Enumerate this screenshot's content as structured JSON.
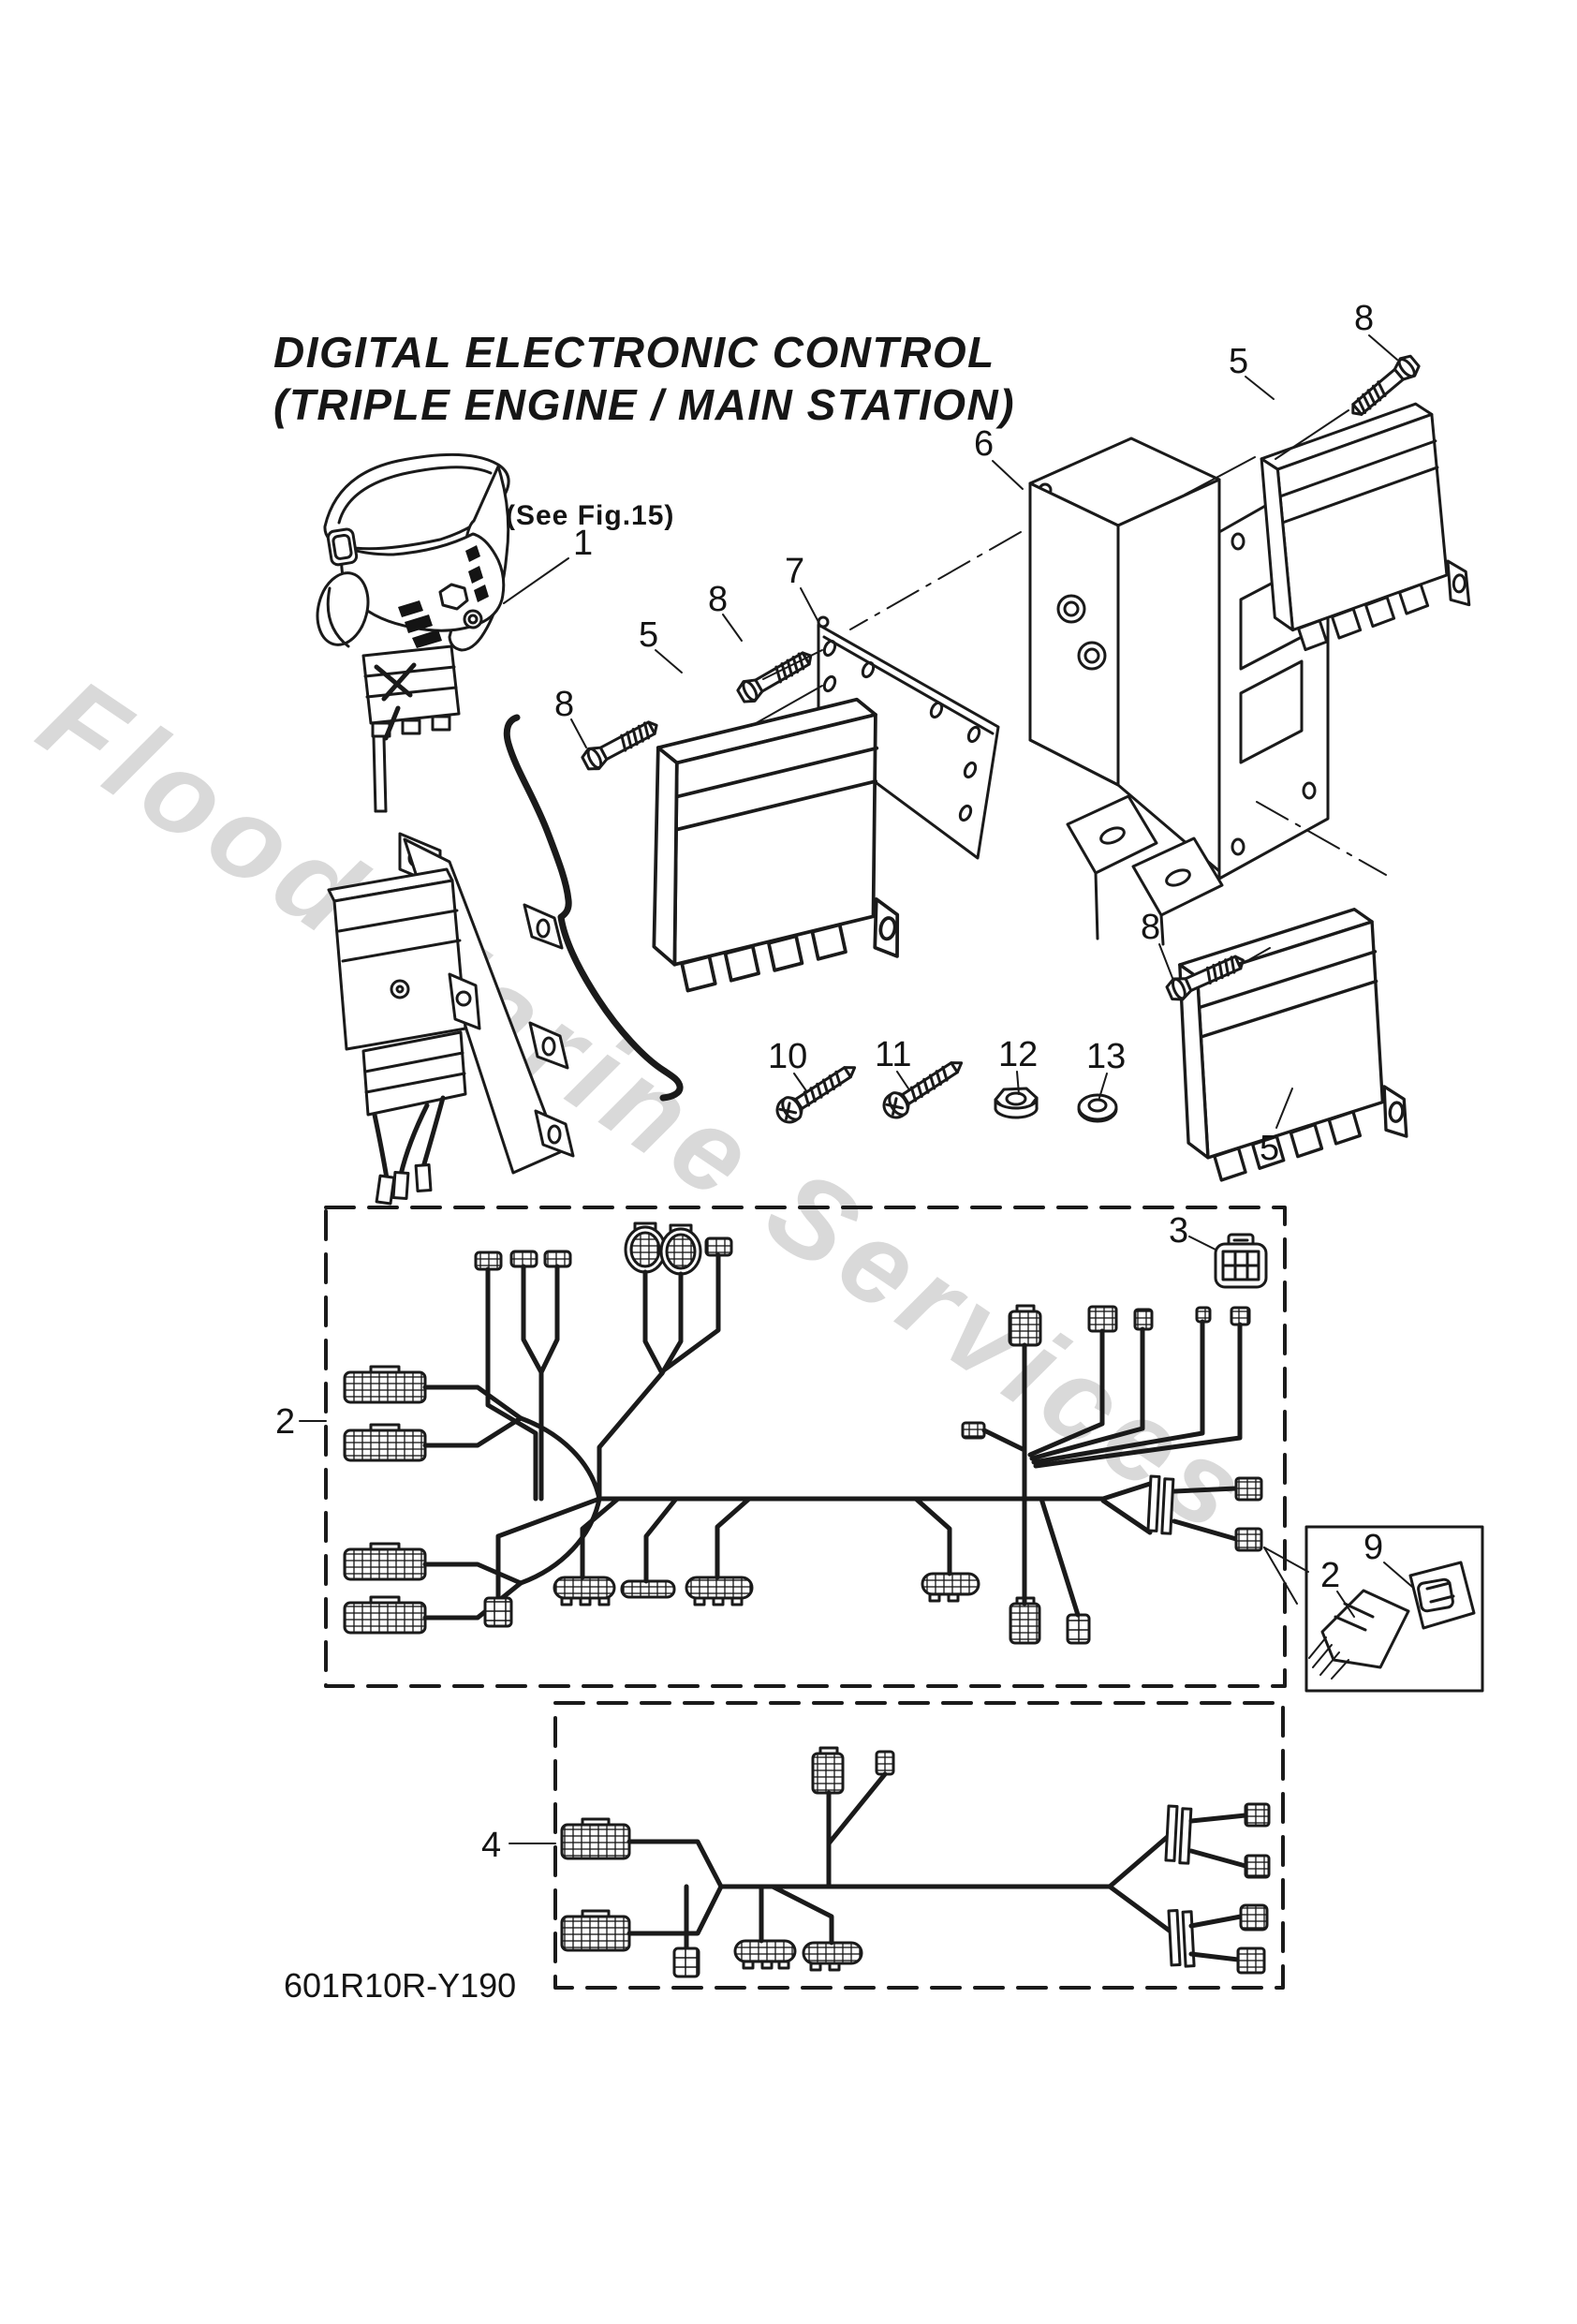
{
  "figure": {
    "title_line1": "DIGITAL ELECTRONIC CONTROL",
    "title_line2": "(TRIPLE ENGINE / MAIN STATION)",
    "reference_note": "(See Fig.15)",
    "drawing_code": "601R10R-Y190",
    "watermark": "Flood Marine Services"
  },
  "callouts": {
    "1": "1",
    "2": "2",
    "3": "3",
    "4": "4",
    "5": "5",
    "6": "6",
    "7": "7",
    "8": "8",
    "9": "9",
    "10": "10",
    "11": "11",
    "12": "12",
    "13": "13"
  },
  "colors": {
    "line": "#1a1a1a",
    "watermark": "#d9d9d9",
    "background": "#ffffff"
  }
}
